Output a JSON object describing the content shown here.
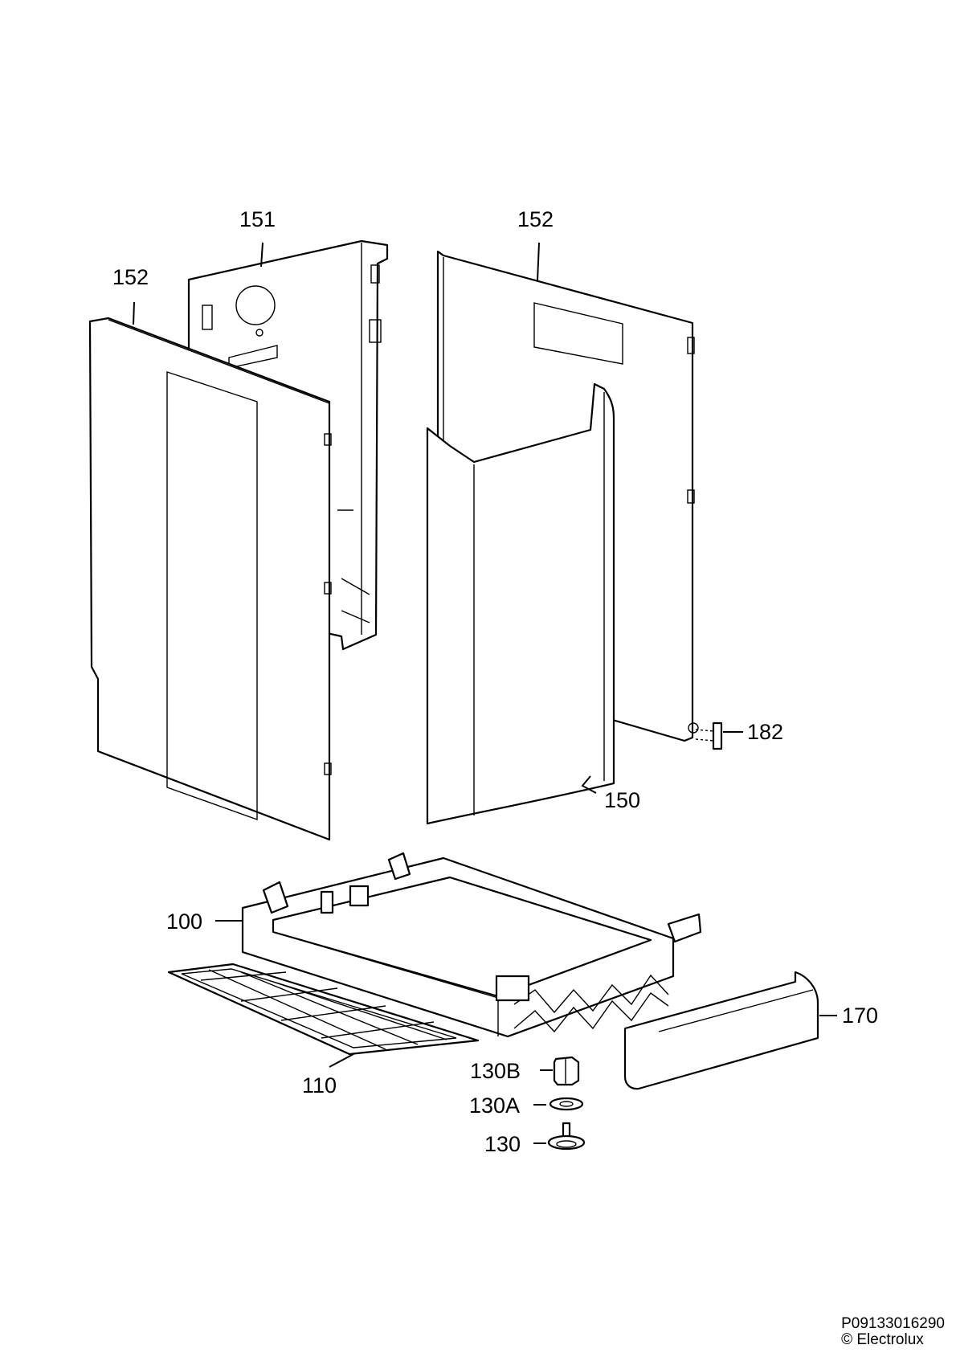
{
  "labels": {
    "p151": "151",
    "p152_left": "152",
    "p152_right": "152",
    "p150": "150",
    "p182": "182",
    "p100": "100",
    "p110": "110",
    "p170": "170",
    "p130b": "130B",
    "p130a": "130A",
    "p130": "130"
  },
  "footer": {
    "code": "P09133016290",
    "copyright": "© Electrolux"
  }
}
